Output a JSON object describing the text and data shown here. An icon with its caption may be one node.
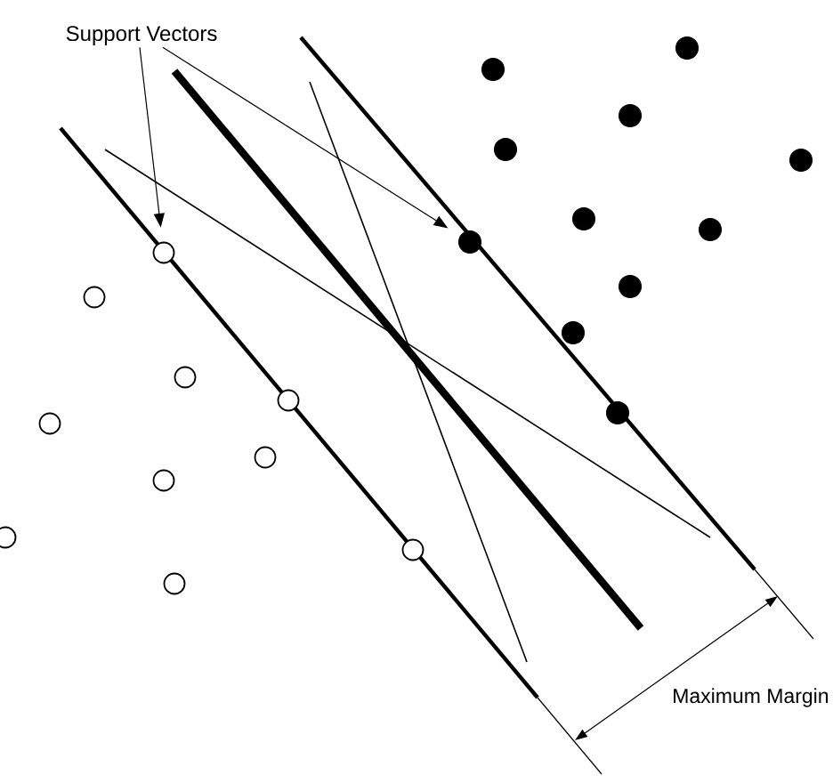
{
  "diagram": {
    "nodes": [
      {
        "text": [
          "Support Vectors"
        ]
      },
      {
        "text": [],
        "shape": "circle"
      },
      {
        "text": [],
        "shape": "circle"
      },
      {
        "text": [],
        "shape": "circle"
      },
      {
        "text": [],
        "shape": "circle"
      },
      {
        "text": [],
        "shape": "circle"
      },
      {
        "text": [],
        "shape": "circle"
      },
      {
        "text": [],
        "shape": "circle"
      },
      {
        "text": [],
        "shape": "circle"
      },
      {
        "text": [],
        "shape": "circle"
      },
      {
        "text": [],
        "shape": "circle"
      },
      {
        "text": [],
        "shape": "circle"
      },
      {
        "text": [],
        "shape": "circle"
      },
      {
        "text": [],
        "shape": "circle"
      },
      {
        "text": [],
        "shape": "circle"
      },
      {
        "text": [],
        "shape": "circle"
      },
      {
        "text": [],
        "shape": "circle"
      },
      {
        "text": [],
        "shape": "circle"
      },
      {
        "text": [],
        "shape": "circle"
      },
      {
        "text": [],
        "shape": "circle"
      },
      {
        "text": [],
        "shape": "circle"
      },
      {
        "text": [],
        "shape": "circle"
      }
    ],
    "edges": [
      {
        "from": 0,
        "to": 9,
        "arrow": "to"
      },
      {
        "from": 0,
        "to": 8,
        "arrow": "to"
      }
    ],
    "labels": [
      "Maximum Margin"
    ]
  }
}
